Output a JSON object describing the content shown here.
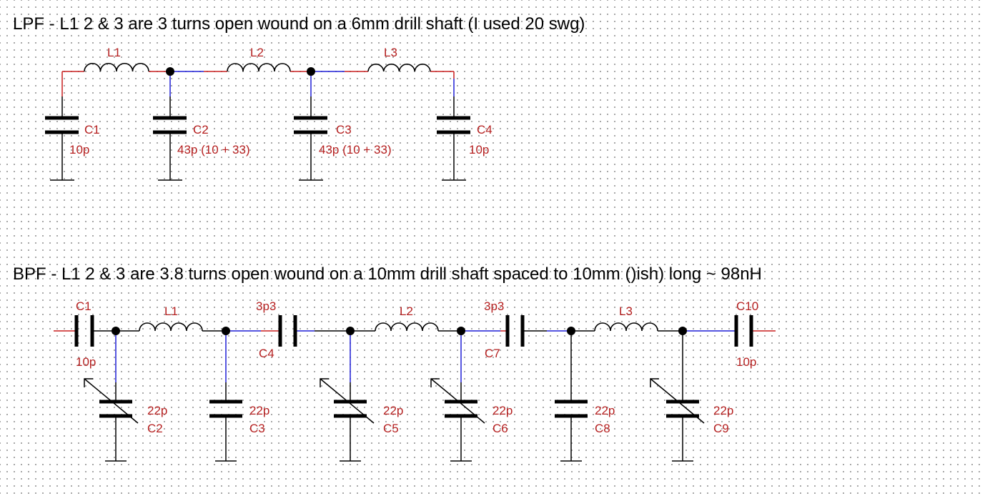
{
  "lpf": {
    "title": "LPF - L1 2 & 3 are 3 turns open wound on a 6mm drill shaft (I used 20 swg)",
    "L1": "L1",
    "L2": "L2",
    "L3": "L3",
    "C1": "C1",
    "C1v": "10p",
    "C2": "C2",
    "C2v": "43p  (10 + 33)",
    "C3": "C3",
    "C3v": "43p  (10 + 33)",
    "C4": "C4",
    "C4v": "10p"
  },
  "bpf": {
    "title": "BPF - L1 2 & 3 are 3.8 turns open wound on a 10mm drill shaft spaced to 10mm ()ish) long ~ 98nH",
    "C1": "C1",
    "C1v": "10p",
    "L1": "L1",
    "L2": "L2",
    "L3": "L3",
    "C4": "C4",
    "C4v": "3p3",
    "C7": "C7",
    "C7v": "3p3",
    "C10": "C10",
    "C10v": "10p",
    "C2": "C2",
    "C2v": "22p",
    "C3": "C3",
    "C3v": "22p",
    "C5": "C5",
    "C5v": "22p",
    "C6": "C6",
    "C6v": "22p",
    "C8": "C8",
    "C8v": "22p",
    "C9": "C9",
    "C9v": "22p"
  }
}
